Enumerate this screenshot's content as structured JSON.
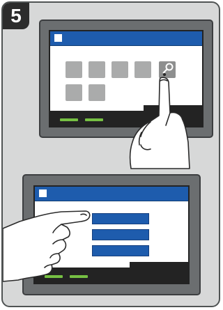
{
  "step": {
    "number": "5"
  },
  "panels": [
    {
      "name": "home-screen",
      "icons": [
        "app-tile",
        "app-tile",
        "app-tile",
        "app-tile",
        "keys-icon",
        "app-tile",
        "app-tile"
      ],
      "taskbar_buttons": 2
    },
    {
      "name": "menu-screen",
      "menu_items": 3,
      "taskbar_buttons": 2
    }
  ],
  "colors": {
    "accent_blue": "#1e5cad",
    "taskbar_green": "#76c043",
    "bezel": "#6b6e70",
    "background": "#d7d8d8"
  }
}
